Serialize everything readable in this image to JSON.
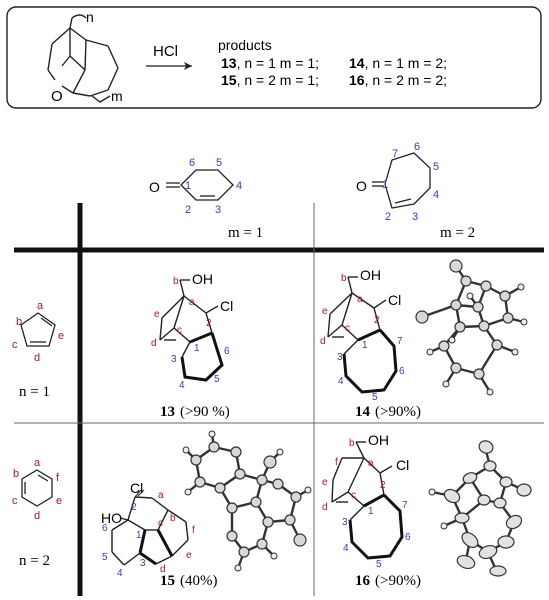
{
  "scheme": {
    "reagent": "HCl",
    "ring_label_n": "n",
    "ring_label_m": "m",
    "oxygen": "O",
    "products_label": "products",
    "products": [
      {
        "id": "13",
        "text": ", n = 1 m = 1;"
      },
      {
        "id": "14",
        "text": ", n = 1 m = 2;"
      },
      {
        "id": "15",
        "text": ", n = 2 m = 1;"
      },
      {
        "id": "16",
        "text": ", n = 2 m = 2;"
      }
    ]
  },
  "table": {
    "col_headers": [
      {
        "label": "m = 1",
        "atoms": [
          "6",
          "5",
          "4",
          "3",
          "2",
          "1"
        ],
        "oxygen": "O"
      },
      {
        "label": "m = 2",
        "atoms": [
          "7",
          "6",
          "5",
          "4",
          "3",
          "2",
          "1"
        ],
        "oxygen": "O"
      }
    ],
    "row_headers": [
      {
        "label": "n = 1",
        "atoms": [
          "b",
          "a",
          "e",
          "d",
          "c"
        ]
      },
      {
        "label": "n = 2",
        "atoms": [
          "b",
          "a",
          "f",
          "e",
          "d",
          "c"
        ]
      }
    ],
    "cells": [
      {
        "id": "13",
        "yield": "(>90 %)",
        "oh": "OH",
        "cl": "Cl",
        "red": [
          "b",
          "a",
          "e",
          "c",
          "2",
          "d"
        ],
        "blue": [
          "1",
          "3",
          "6",
          "5",
          "4"
        ]
      },
      {
        "id": "14",
        "yield": "(>90%)",
        "oh": "OH",
        "cl": "Cl",
        "red": [
          "b",
          "a",
          "e",
          "c",
          "2",
          "d"
        ],
        "blue": [
          "1",
          "3",
          "7",
          "6",
          "5",
          "4"
        ]
      },
      {
        "id": "15",
        "yield": "(40%)",
        "oh": "HO",
        "cl": "Cl",
        "red": [
          "a",
          "c",
          "d",
          "b",
          "f",
          "e"
        ],
        "blue": [
          "2",
          "1",
          "6",
          "5",
          "4",
          "3"
        ]
      },
      {
        "id": "16",
        "yield": "(>90%)",
        "oh": "OH",
        "cl": "Cl",
        "red": [
          "b",
          "a",
          "f",
          "e",
          "c",
          "2",
          "d"
        ],
        "blue": [
          "1",
          "3",
          "7",
          "6",
          "5",
          "4"
        ]
      }
    ]
  }
}
